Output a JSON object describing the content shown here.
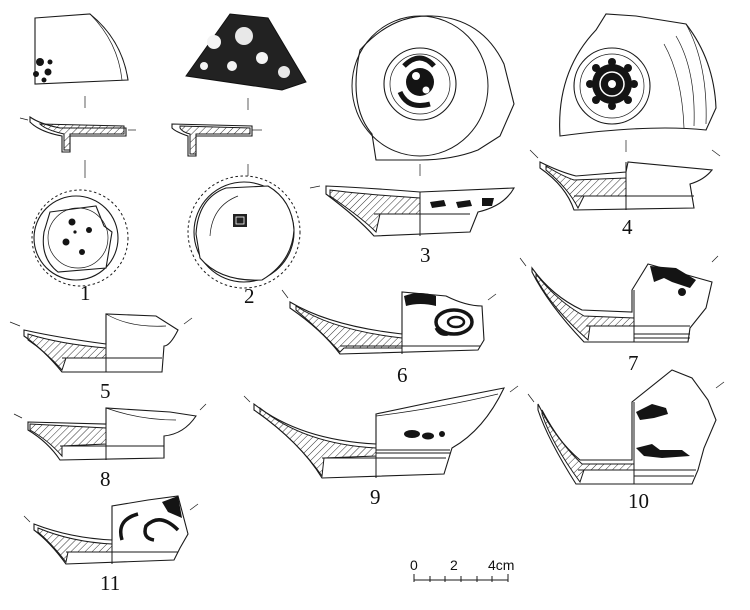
{
  "figure": {
    "specimen_numbers": [
      "1",
      "2",
      "3",
      "4",
      "5",
      "6",
      "7",
      "8",
      "9",
      "10",
      "11"
    ]
  },
  "scale_bar": {
    "ticks": [
      "0",
      "2",
      "4cm"
    ]
  }
}
